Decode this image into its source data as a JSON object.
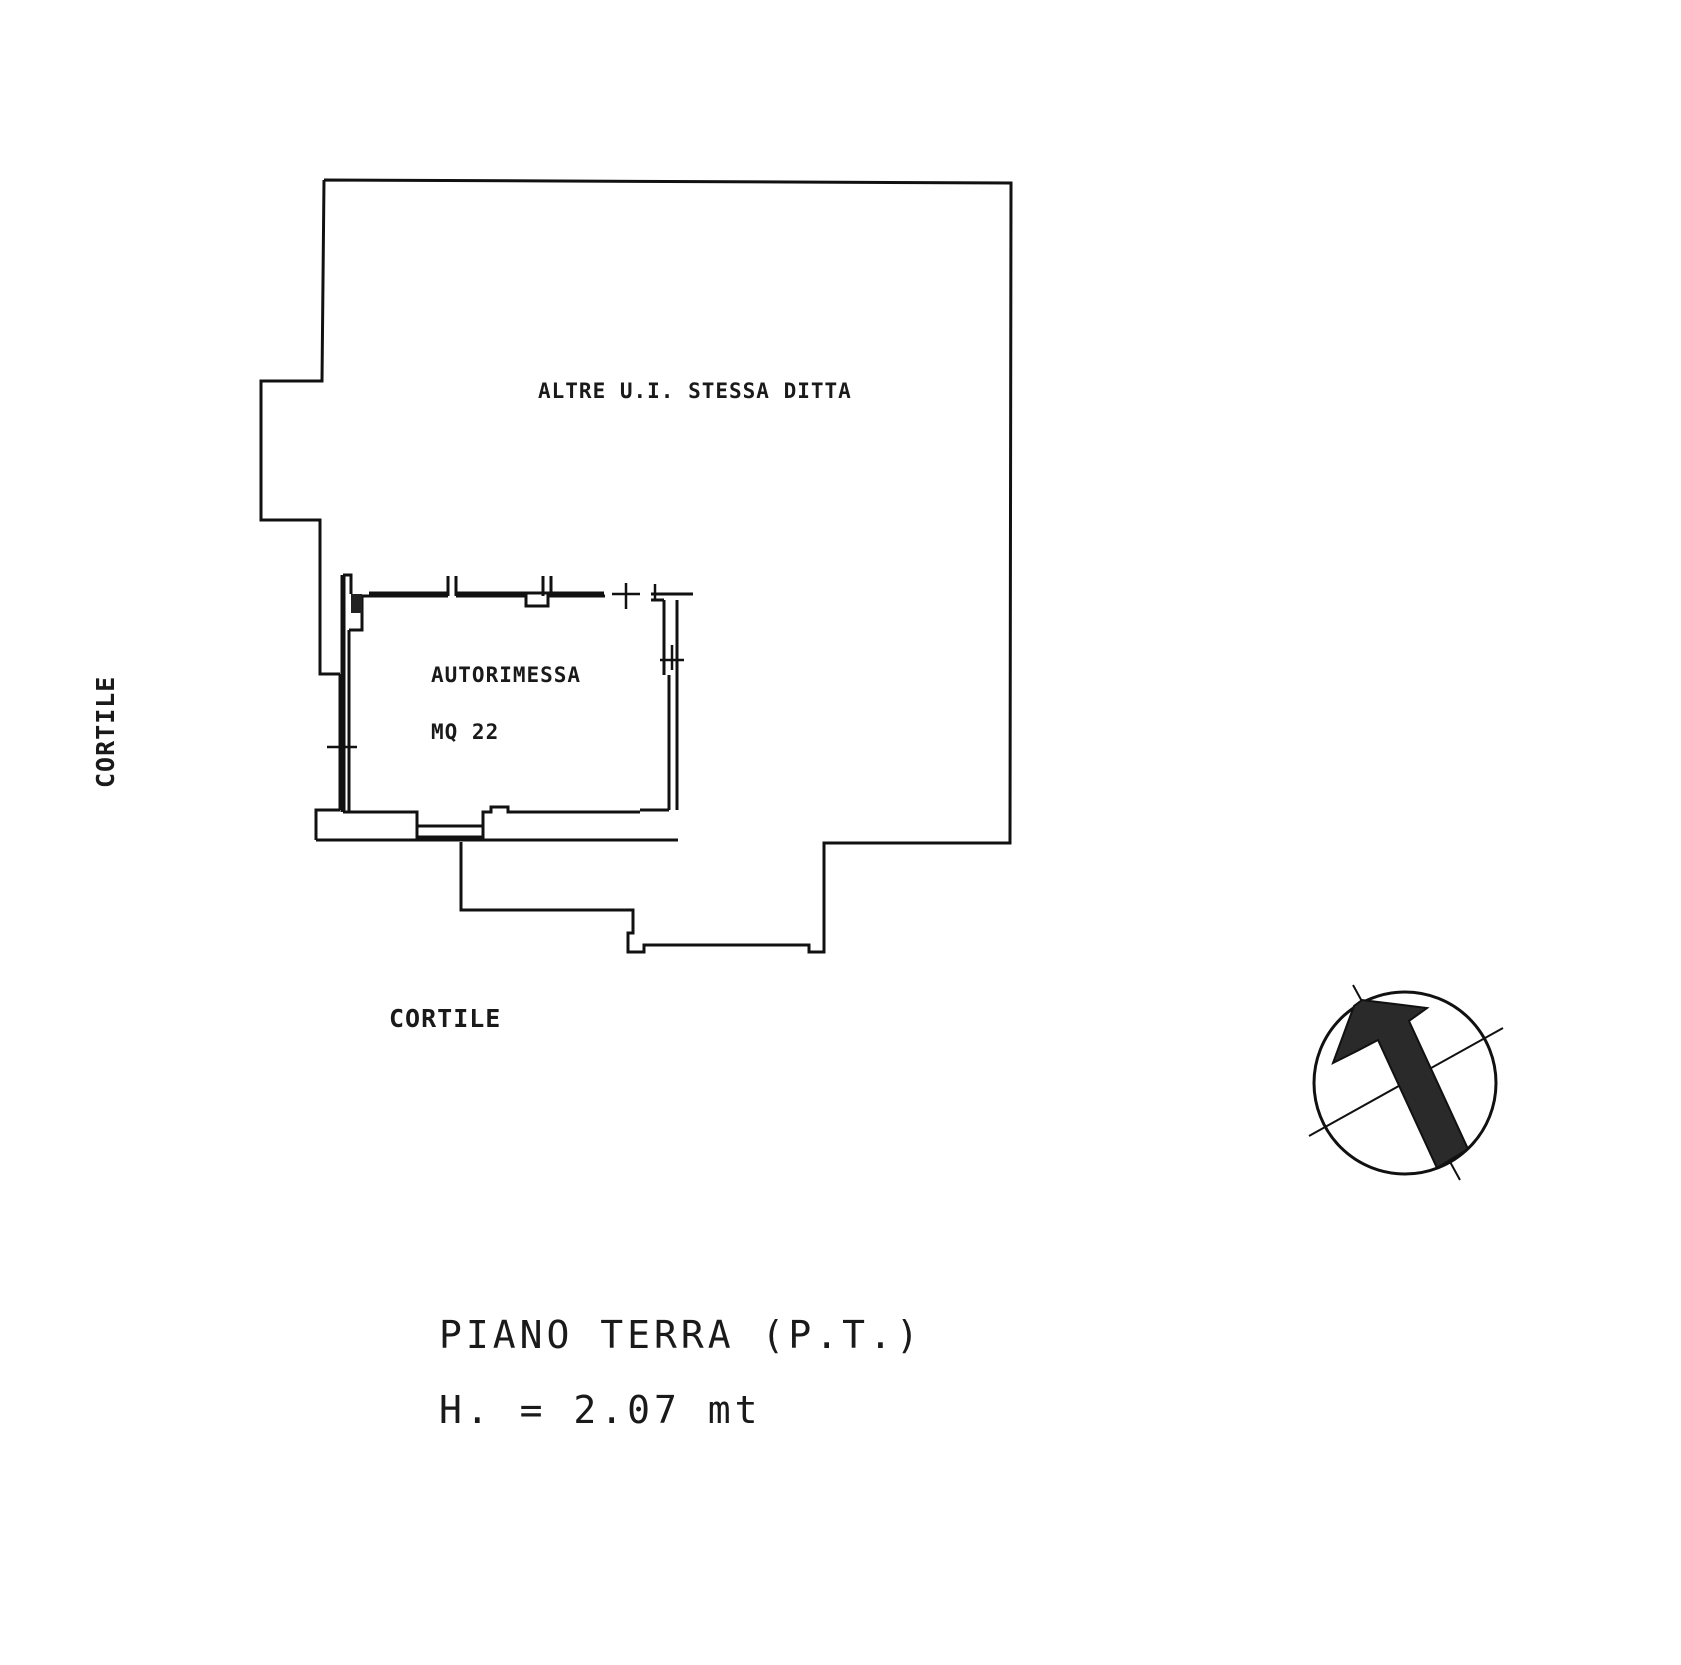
{
  "labels": {
    "other_units": "ALTRE U.I. STESSA DITTA",
    "room_name": "AUTORIMESSA",
    "room_area": "MQ 22",
    "courtyard_left": "CORTILE",
    "courtyard_bottom": "CORTILE",
    "floor_title": "PIANO TERRA (P.T.)",
    "floor_height": "H. = 2.07 mt"
  },
  "compass": {
    "icon": "north-arrow-icon"
  },
  "colors": {
    "ink": "#111111",
    "paper": "#ffffff"
  }
}
